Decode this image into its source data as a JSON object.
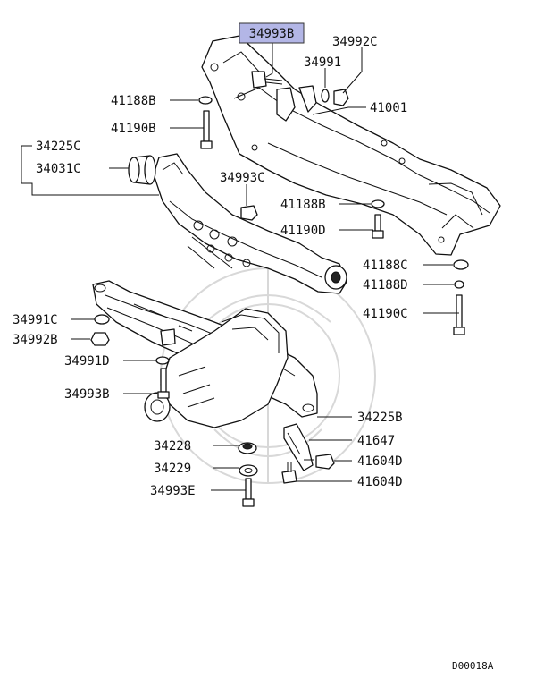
{
  "diagram": {
    "highlighted_part": "34993B",
    "highlight_color": "#b3b6e6",
    "diagram_code": "D00018A"
  },
  "labels": {
    "p34993B_top": "34993B",
    "p34992C": "34992C",
    "p34991": "34991",
    "p41001": "41001",
    "p41188B_top": "41188B",
    "p41190B": "41190B",
    "p34225C": "34225C",
    "p34031C": "34031C",
    "p34993C": "34993C",
    "p41188B_mid": "41188B",
    "p41190D": "41190D",
    "p41188C": "41188C",
    "p41188D": "41188D",
    "p41190C": "41190C",
    "p34991C": "34991C",
    "p34992B": "34992B",
    "p34991D": "34991D",
    "p34993B_low": "34993B",
    "p34225B": "34225B",
    "p41647": "41647",
    "p34228": "34228",
    "p41604D_a": "41604D",
    "p34229": "34229",
    "p41604D_b": "41604D",
    "p34993E": "34993E"
  }
}
